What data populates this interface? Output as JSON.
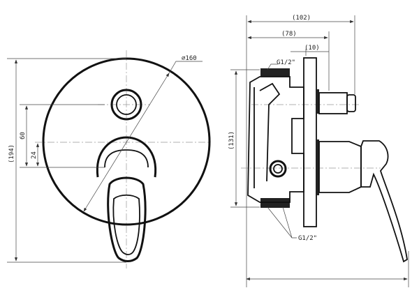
{
  "front_view": {
    "diameter_label": "∅160",
    "height_label": "(194)",
    "dim_60_label": "60",
    "dim_24_label": "24"
  },
  "side_view": {
    "depth_total_label": "(102)",
    "depth_78_label": "(78)",
    "dim_10_label": "(10)",
    "height_label": "(131)",
    "thread_top_label": "G1/2\"",
    "thread_bottom_label": "G1/2\""
  }
}
